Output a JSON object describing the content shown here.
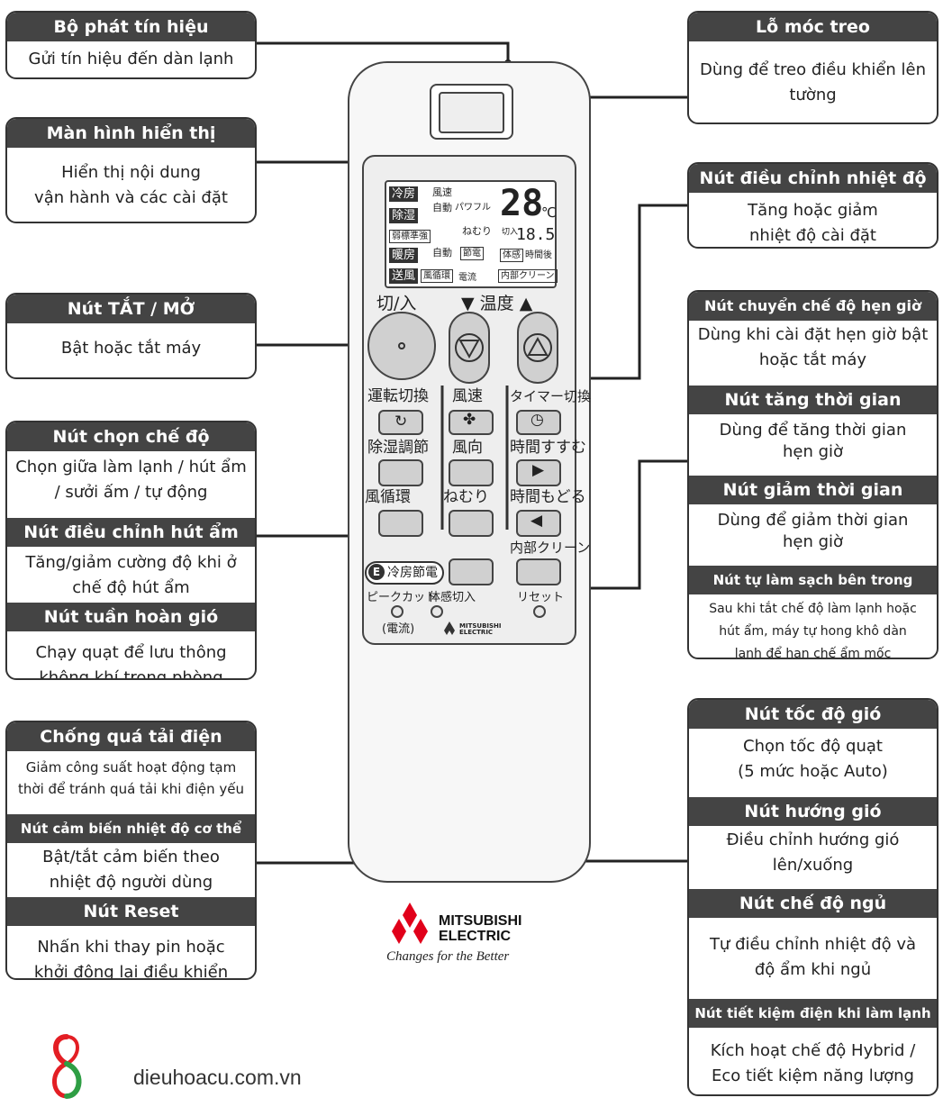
{
  "callouts": {
    "bo_phat": {
      "title": "Bộ phát tín hiệu",
      "desc": "Gửi tín hiệu đến dàn lạnh"
    },
    "man_hinh": {
      "title": "Màn hình hiển thị",
      "desc1": "Hiển thị nội dung",
      "desc2": "vận hành và các cài đặt"
    },
    "tat_mo": {
      "title": "Nút TẮT / MỞ",
      "desc": "Bật hoặc tắt máy"
    },
    "che_do": {
      "title": "Nút chọn chế độ",
      "desc1": "Chọn giữa làm lạnh / hút ẩm",
      "desc2": "/ sưởi ấm / tự động"
    },
    "hut_am": {
      "title": "Nút điều chỉnh hút ẩm",
      "desc1": "Tăng/giảm cường độ khi ở",
      "desc2": "chế độ hút ẩm"
    },
    "tuan_hoan": {
      "title": "Nút tuần hoàn gió",
      "desc1": "Chạy quạt để lưu thông",
      "desc2": "không khí trong phòng"
    },
    "qua_tai": {
      "title": "Chống quá tải điện",
      "desc1": "Giảm công suất hoạt động tạm",
      "desc2": "thời để tránh quá tải khi điện yếu"
    },
    "cam_bien": {
      "title": "Nút cảm biến nhiệt độ cơ thể",
      "desc1": "Bật/tắt cảm biến theo",
      "desc2": "nhiệt độ người dùng"
    },
    "reset": {
      "title": "Nút Reset",
      "desc1": "Nhấn khi thay pin hoặc",
      "desc2": "khởi động lại điều khiển"
    },
    "moc_treo": {
      "title": "Lỗ móc treo",
      "desc1": "Dùng để treo điều khiển lên",
      "desc2": "tường"
    },
    "nhiet_do": {
      "title": "Nút điều chỉnh nhiệt độ",
      "desc1": "Tăng hoặc giảm",
      "desc2": "nhiệt độ cài đặt"
    },
    "hen_gio": {
      "title": "Nút chuyển chế độ hẹn giờ",
      "desc1": "Dùng khi cài đặt hẹn giờ bật",
      "desc2": "hoặc tắt máy"
    },
    "tang_tg": {
      "title": "Nút tăng thời gian",
      "desc1": "Dùng để tăng thời gian",
      "desc2": "hẹn giờ"
    },
    "giam_tg": {
      "title": "Nút giảm thời gian",
      "desc1": "Dùng để giảm thời gian",
      "desc2": "hẹn giờ"
    },
    "lam_sach": {
      "title": "Nút tự làm sạch bên trong",
      "desc1": "Sau khi tắt chế độ làm lạnh hoặc",
      "desc2": "hút ẩm, máy tự hong khô dàn",
      "desc3": "lạnh để hạn chế ẩm mốc"
    },
    "toc_do": {
      "title": "Nút tốc độ gió",
      "desc1": "Chọn tốc độ quạt",
      "desc2": "(5 mức hoặc Auto)"
    },
    "huong_gio": {
      "title": "Nút hướng gió",
      "desc1": "Điều chỉnh hướng gió",
      "desc2": "lên/xuống"
    },
    "ngu": {
      "title": "Nút chế độ ngủ",
      "desc1": "Tự điều chỉnh nhiệt độ và",
      "desc2": "độ ẩm khi ngủ"
    },
    "tiet_kiem": {
      "title": "Nút tiết kiệm điện khi làm lạnh",
      "desc1": "Kích hoạt chế độ Hybrid /",
      "desc2": "Eco tiết kiệm năng lượng"
    }
  },
  "remote": {
    "lcd": {
      "mode_cool": "冷房",
      "mode_dry": "除湿",
      "mode_weak": "弱標準強",
      "mode_heat": "暖房",
      "mode_fan": "送風",
      "fan_speed": "風速",
      "auto1": "自動",
      "power": "パワフル",
      "sleep": "ねむり",
      "auto2": "自動",
      "save": "節電",
      "circ": "風循環",
      "current": "電流",
      "temp_big": "28",
      "temp_unit": "℃",
      "off_on": "切入",
      "timer_val": "18.5",
      "body": "体感",
      "hours_after": "時間後",
      "inner_clean": "内部クリーン"
    },
    "btn_power_label": "切/入",
    "btn_temp_label": "▼ 温度 ▲",
    "btn_mode_label": "運転切換",
    "btn_fan_label": "風速",
    "btn_timer_label": "タイマー切換",
    "btn_dehum_label": "除湿調節",
    "btn_dir_label": "風向",
    "btn_time_up_label": "時間すすむ",
    "btn_circ_label": "風循環",
    "btn_sleep_label": "ねむり",
    "btn_time_down_label": "時間もどる",
    "btn_clean_label": "内部クリーン",
    "btn_eco_label": "冷房節電",
    "peak_label": "ピークカット",
    "body_label": "体感切入",
    "reset_label": "リセット",
    "current_label": "(電流)",
    "mini_brand": "MITSUBISHI ELECTRIC"
  },
  "brand": {
    "name_line1": "MITSUBISHI",
    "name_line2": "ELECTRIC",
    "tagline": "Changes for the Better"
  },
  "site": "dieuhoacu.com.vn",
  "colors": {
    "header_bg": "#444444",
    "border": "#333333",
    "logo_red": "#e1001a",
    "site_logo_red": "#e31e24",
    "site_logo_green": "#2e9e44"
  }
}
